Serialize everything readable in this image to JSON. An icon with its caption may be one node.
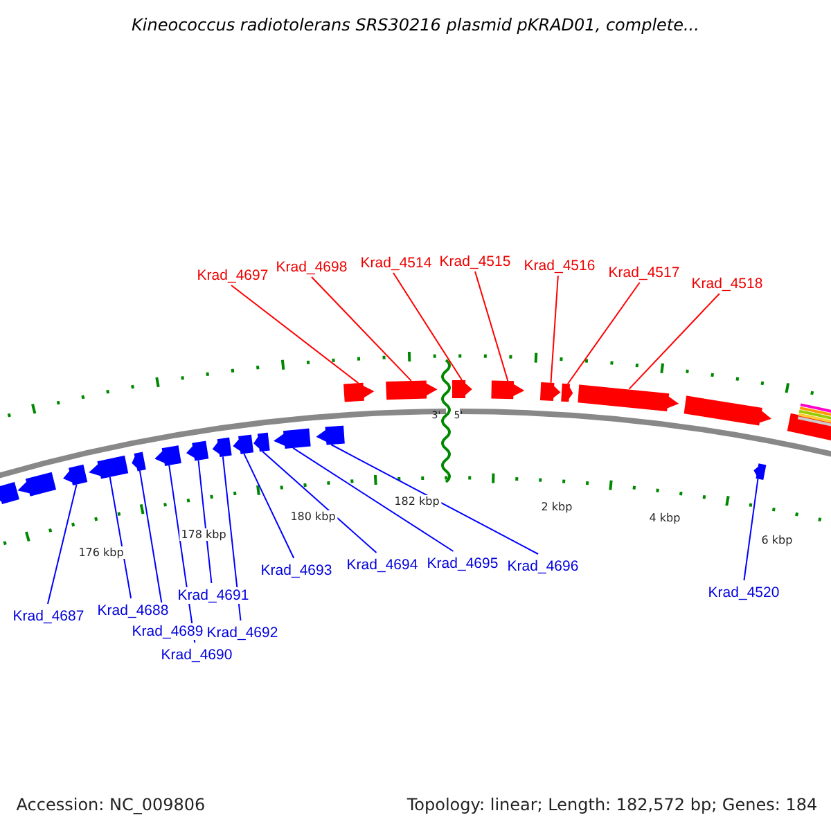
{
  "diagram": {
    "title": "Kineococcus radiotolerans SRS30216 plasmid pKRAD01, complete...",
    "nodes": [
      {
        "text": [
          "Krad_4697"
        ]
      },
      {
        "text": [
          "Krad_4698"
        ]
      },
      {
        "text": [
          "Krad_4514"
        ]
      },
      {
        "text": [
          "Krad_4515"
        ]
      },
      {
        "text": [
          "Krad_4516"
        ]
      },
      {
        "text": [
          "Krad_4517"
        ]
      },
      {
        "text": [
          "Krad_4518"
        ]
      },
      {
        "text": [
          "Krad_4687"
        ]
      },
      {
        "text": [
          "Krad_4688"
        ]
      },
      {
        "text": [
          "Krad_4689"
        ]
      },
      {
        "text": [
          "Krad_4690"
        ]
      },
      {
        "text": [
          "Krad_4691"
        ]
      },
      {
        "text": [
          "Krad_4692"
        ]
      },
      {
        "text": [
          "Krad_4693"
        ]
      },
      {
        "text": [
          "Krad_4694"
        ]
      },
      {
        "text": [
          "Krad_4695"
        ]
      },
      {
        "text": [
          "Krad_4696"
        ]
      },
      {
        "text": [
          "Krad_4520"
        ]
      },
      {
        "text": [],
        "shape": "arrow"
      },
      {
        "text": [],
        "shape": "arrow"
      },
      {
        "text": [],
        "shape": "arrow"
      },
      {
        "text": [],
        "shape": "arrow"
      },
      {
        "text": [],
        "shape": "arrow"
      },
      {
        "text": [],
        "shape": "arrow"
      },
      {
        "text": [],
        "shape": "arrow"
      },
      {
        "text": [],
        "shape": "arrow"
      },
      {
        "text": [],
        "shape": "arrow"
      },
      {
        "text": [],
        "shape": "arrow"
      },
      {
        "text": [],
        "shape": "arrow"
      },
      {
        "text": [],
        "shape": "arrow"
      },
      {
        "text": [],
        "shape": "arrow"
      },
      {
        "text": [],
        "shape": "arrow"
      },
      {
        "text": [],
        "shape": "arrow"
      },
      {
        "text": [],
        "shape": "arrow"
      },
      {
        "text": [],
        "shape": "arrow"
      },
      {
        "text": [],
        "shape": "arrow"
      },
      {
        "text": [],
        "shape": "arrow"
      },
      {
        "text": [],
        "shape": "arrow"
      },
      {
        "text": [],
        "shape": "arrow"
      },
      {
        "text": [],
        "shape": "arrow"
      }
    ],
    "edges": [
      {
        "from": 0,
        "to": 18,
        "arrow": "none",
        "color": "#ff0000"
      },
      {
        "from": 1,
        "to": 19,
        "arrow": "none",
        "color": "#ff0000"
      },
      {
        "from": 2,
        "to": 20,
        "arrow": "none",
        "color": "#ff0000"
      },
      {
        "from": 3,
        "to": 21,
        "arrow": "none",
        "color": "#ff0000"
      },
      {
        "from": 4,
        "to": 22,
        "arrow": "none",
        "color": "#ff0000"
      },
      {
        "from": 5,
        "to": 23,
        "arrow": "none",
        "color": "#ff0000"
      },
      {
        "from": 6,
        "to": 24,
        "arrow": "none",
        "color": "#ff0000"
      },
      {
        "from": 7,
        "to": 29,
        "arrow": "none"
      },
      {
        "from": 8,
        "to": 30,
        "arrow": "none"
      },
      {
        "from": 9,
        "to": 31,
        "arrow": "none"
      },
      {
        "from": 10,
        "to": 32,
        "arrow": "none"
      },
      {
        "from": 11,
        "to": 33,
        "arrow": "none"
      },
      {
        "from": 12,
        "to": 34,
        "arrow": "none"
      },
      {
        "from": 13,
        "to": 35,
        "arrow": "none"
      },
      {
        "from": 14,
        "to": 36,
        "arrow": "none"
      },
      {
        "from": 15,
        "to": 37,
        "arrow": "none"
      },
      {
        "from": 16,
        "to": 38,
        "arrow": "none"
      },
      {
        "from": 17,
        "to": 39,
        "arrow": "none"
      }
    ],
    "labels": [
      "3'",
      "5'",
      "176 kbp",
      "178 kbp",
      "180 kbp",
      "182 kbp",
      "2 kbp",
      "4 kbp",
      "6 kbp",
      "Accession: NC_009806",
      "Topology: linear; Length: 182,572 bp; Genes: 184"
    ]
  }
}
